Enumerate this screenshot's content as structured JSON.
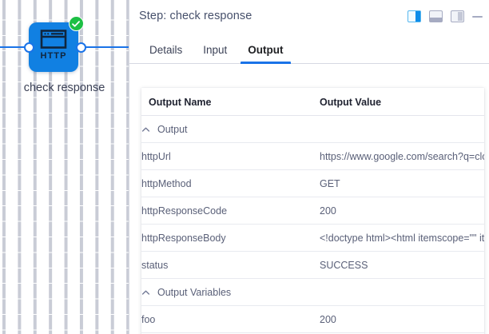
{
  "canvas": {
    "node": {
      "label": "check response",
      "icon_name": "http-node-icon",
      "badge_icon": "check-circle-icon",
      "type_label": "HTTP",
      "color": "#1180E2",
      "badge_color": "#1DBF44",
      "connector_color": "#1A73E8"
    }
  },
  "panel": {
    "header": {
      "title": "Step: check response",
      "actions": [
        {
          "name": "layout-right-panel-button",
          "icon": "panel-right-icon",
          "active": true
        },
        {
          "name": "layout-bottom-panel-button",
          "icon": "panel-bottom-icon",
          "active": false
        },
        {
          "name": "layout-left-panel-button",
          "icon": "panel-left-icon",
          "active": false
        },
        {
          "name": "minimize-button",
          "icon": "minimize-icon",
          "active": false
        }
      ]
    },
    "tabs": [
      {
        "label": "Details",
        "active": false
      },
      {
        "label": "Input",
        "active": false
      },
      {
        "label": "Output",
        "active": true
      }
    ],
    "accent_color": "#1A73E8",
    "table": {
      "columns": [
        "Output Name",
        "Output Value"
      ],
      "groups": [
        {
          "label": "Output",
          "expanded": true,
          "rows": [
            {
              "name": "httpUrl",
              "value": "https://www.google.com/search?q=cloud+workflows"
            },
            {
              "name": "httpMethod",
              "value": "GET"
            },
            {
              "name": "httpResponseCode",
              "value": "200"
            },
            {
              "name": "httpResponseBody",
              "value": "<!doctype html><html itemscope=\"\" itemtype=\"http://schema.org/SearchResultsPage\" lang=\"en\">"
            },
            {
              "name": "status",
              "value": "SUCCESS"
            }
          ]
        },
        {
          "label": "Output Variables",
          "expanded": true,
          "rows": [
            {
              "name": "foo",
              "value": "200"
            }
          ]
        }
      ]
    }
  }
}
